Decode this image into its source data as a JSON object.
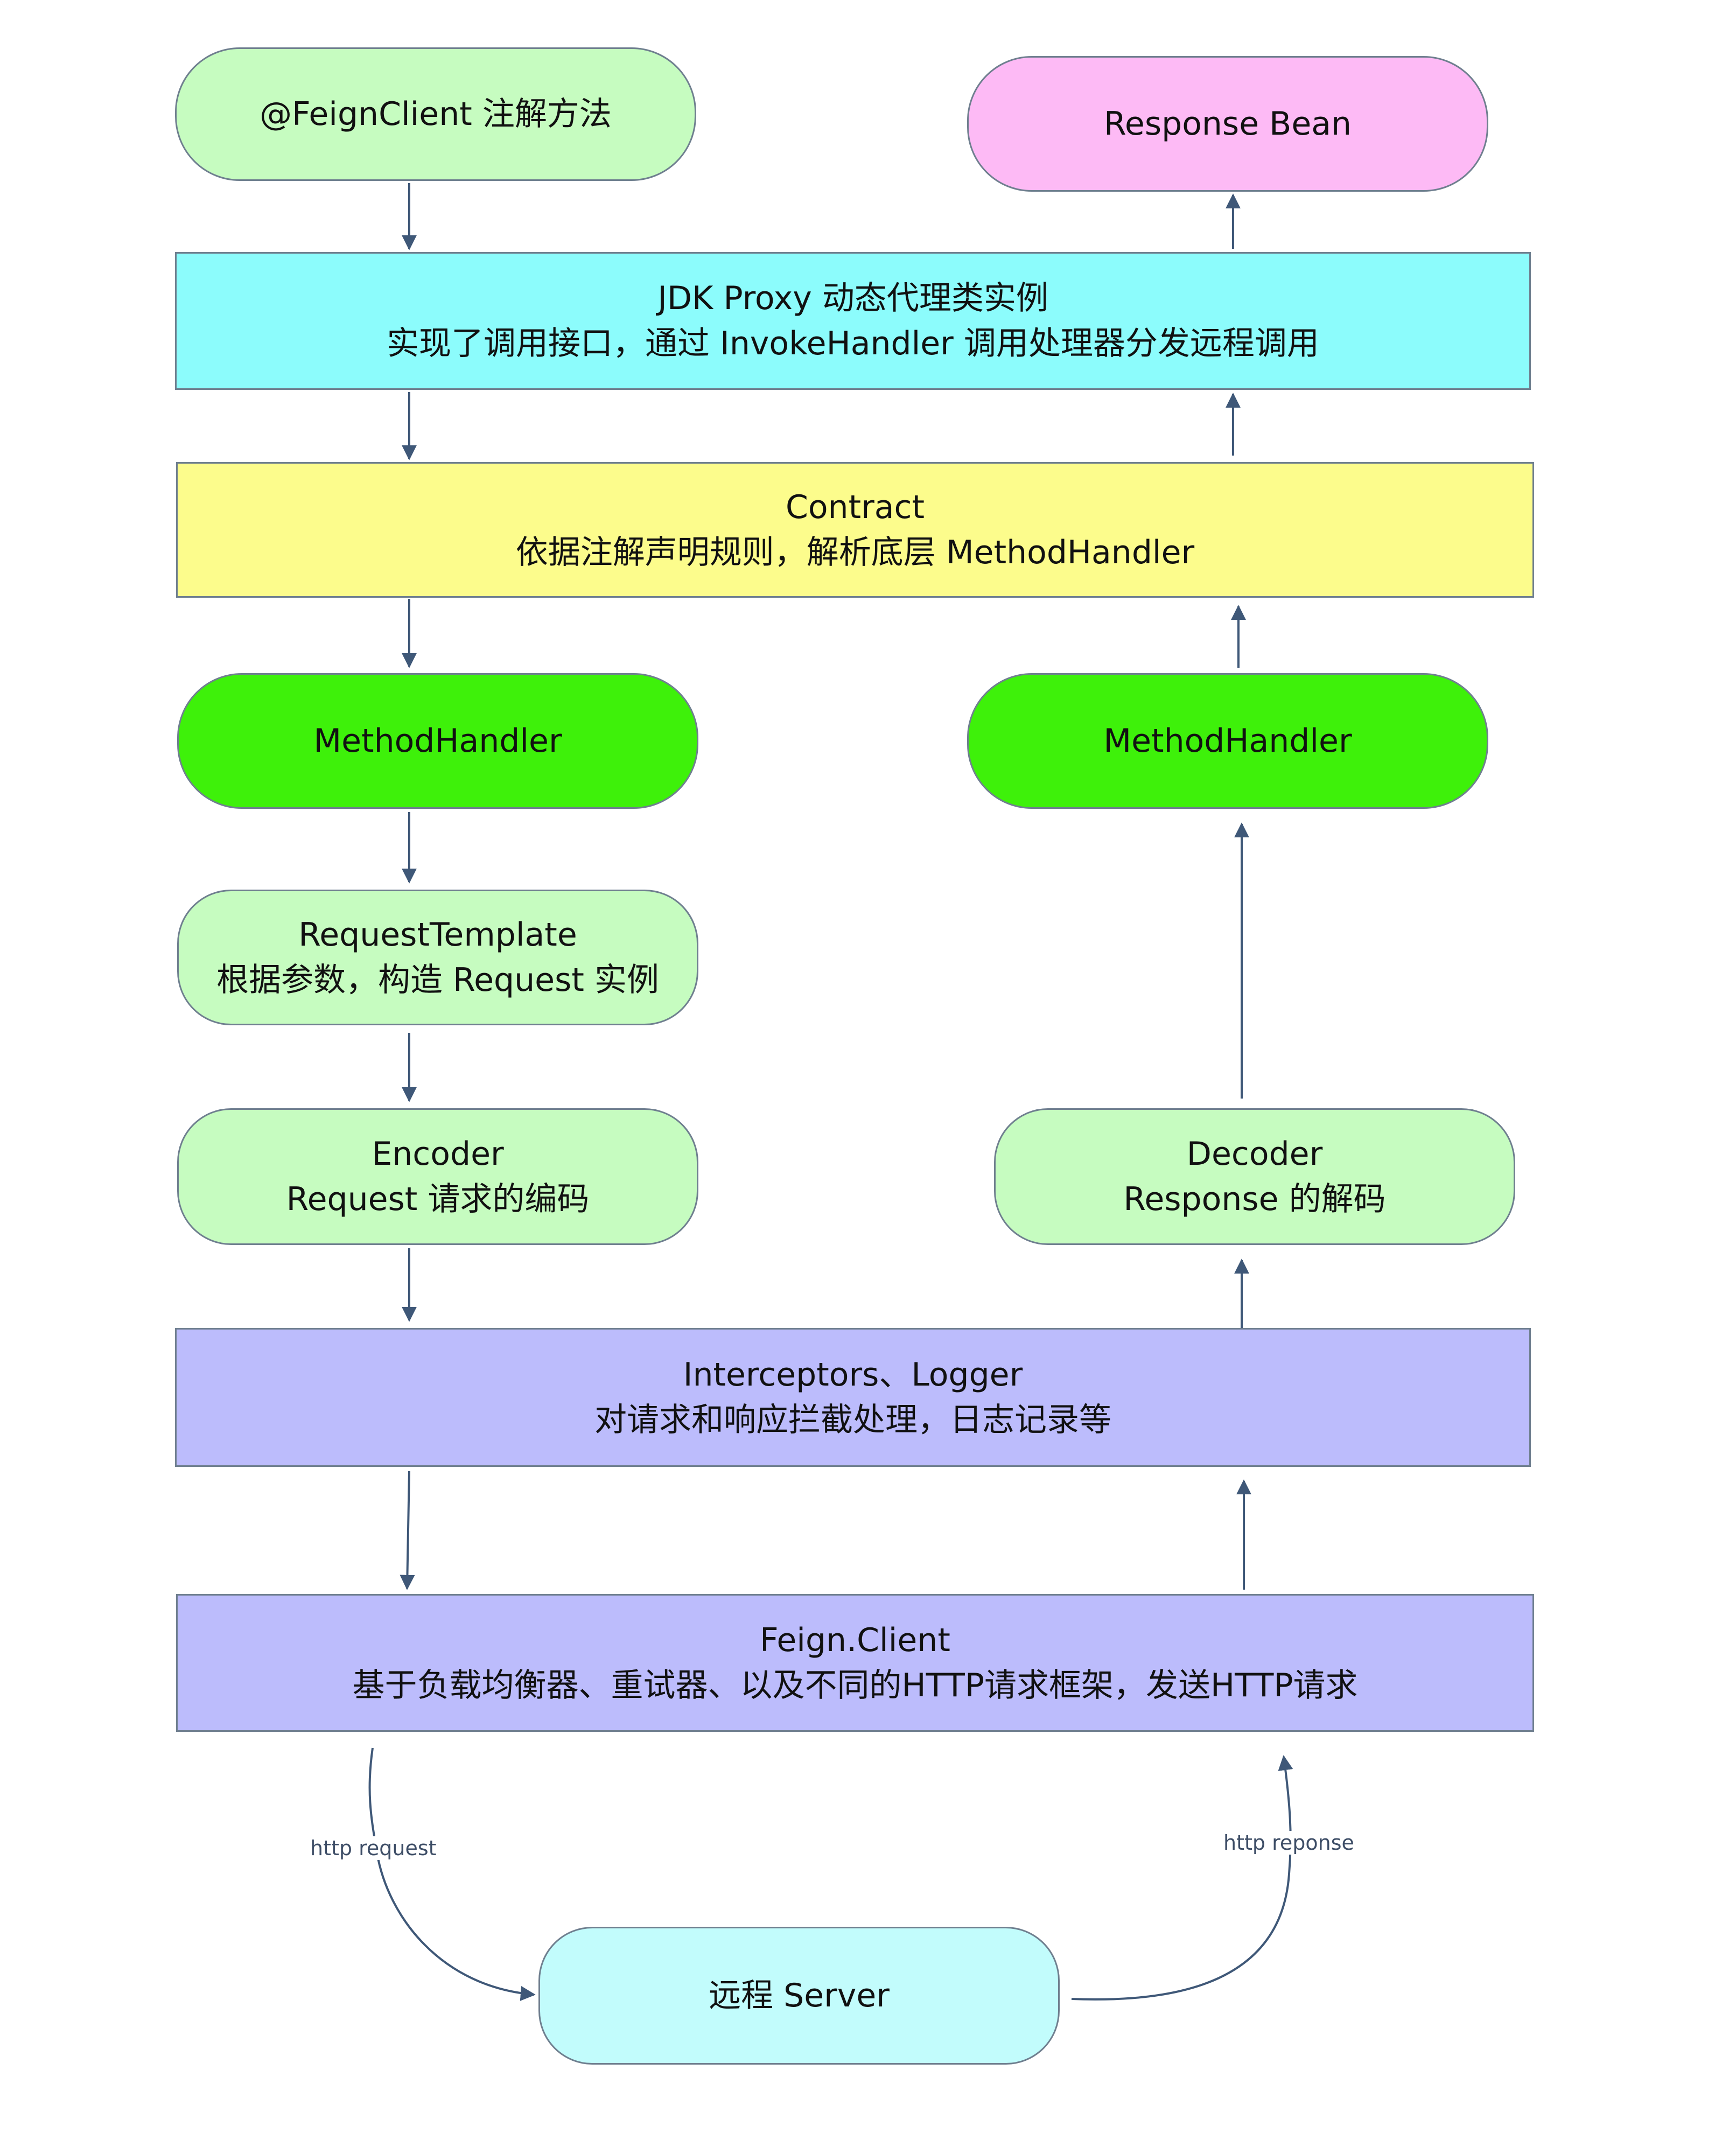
{
  "nodes": {
    "feign_client_annotation": {
      "lines": [
        "@FeignClient 注解方法"
      ]
    },
    "response_bean": {
      "lines": [
        "Response Bean"
      ]
    },
    "jdk_proxy": {
      "lines": [
        "JDK Proxy 动态代理类实例",
        "实现了调用接口，通过 InvokeHandler 调用处理器分发远程调用"
      ]
    },
    "contract": {
      "lines": [
        "Contract",
        "依据注解声明规则，解析底层 MethodHandler"
      ]
    },
    "method_handler_left": {
      "lines": [
        "MethodHandler"
      ]
    },
    "method_handler_right": {
      "lines": [
        "MethodHandler"
      ]
    },
    "request_template": {
      "lines": [
        "RequestTemplate",
        "根据参数，构造 Request 实例"
      ]
    },
    "encoder": {
      "lines": [
        "Encoder",
        "Request 请求的编码"
      ]
    },
    "decoder": {
      "lines": [
        "Decoder",
        "Response 的解码"
      ]
    },
    "interceptors_logger": {
      "lines": [
        "Interceptors、Logger",
        "对请求和响应拦截处理，日志记录等"
      ]
    },
    "feign_client": {
      "lines": [
        "Feign.Client",
        "基于负载均衡器、重试器、以及不同的HTTP请求框架，发送HTTP请求"
      ]
    },
    "remote_server": {
      "lines": [
        "远程 Server"
      ]
    }
  },
  "edge_labels": {
    "http_request": "http request",
    "http_response": "http reponse"
  },
  "colors": {
    "light_green": "#c6fcc0",
    "pink": "#fdbaf5",
    "cyan": "#8cfcfc",
    "yellow": "#fcfc8c",
    "green": "#3ef10a",
    "lavender": "#bcbcfc",
    "sky": "#c2fcfc",
    "arrow": "#3f5878"
  }
}
